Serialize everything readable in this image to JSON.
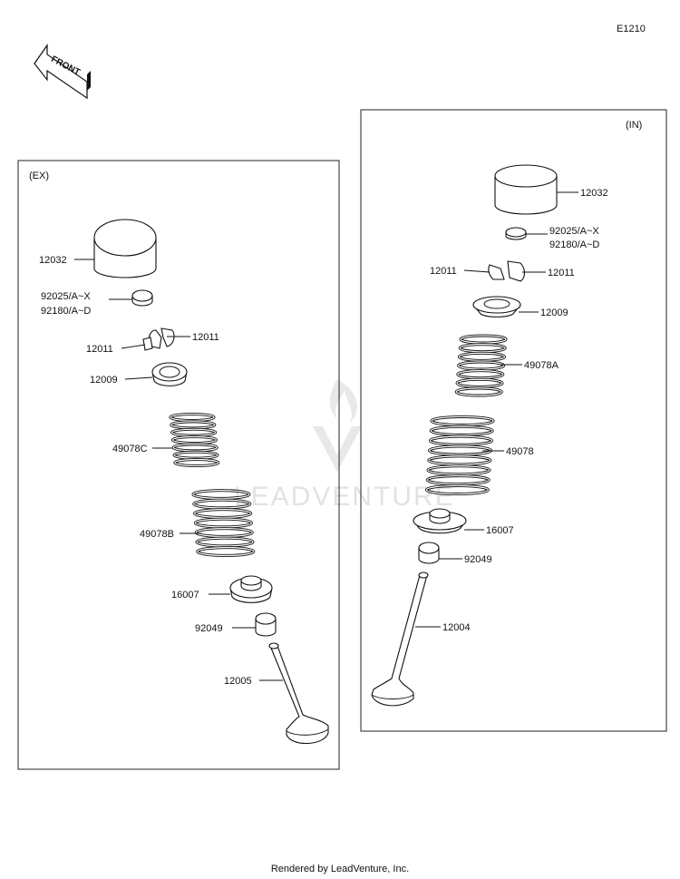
{
  "diagram_code": "E1210",
  "front_label": "FRONT",
  "watermark": "LEADVENTURE",
  "footer": "Rendered by LeadVenture, Inc.",
  "panels": {
    "ex": {
      "title": "(EX)",
      "labels": {
        "p12032": "12032",
        "p92025": "92025/A~X",
        "p92180": "92180/A~D",
        "p12011a": "12011",
        "p12011b": "12011",
        "p12009": "12009",
        "p49078c": "49078C",
        "p49078b": "49078B",
        "p16007": "16007",
        "p92049": "92049",
        "p12005": "12005"
      }
    },
    "in": {
      "title": "(IN)",
      "labels": {
        "p12032": "12032",
        "p92025": "92025/A~X",
        "p92180": "92180/A~D",
        "p12011a": "12011",
        "p12011b": "12011",
        "p12009": "12009",
        "p49078a": "49078A",
        "p49078": "49078",
        "p16007": "16007",
        "p92049": "92049",
        "p12004": "12004"
      }
    }
  }
}
